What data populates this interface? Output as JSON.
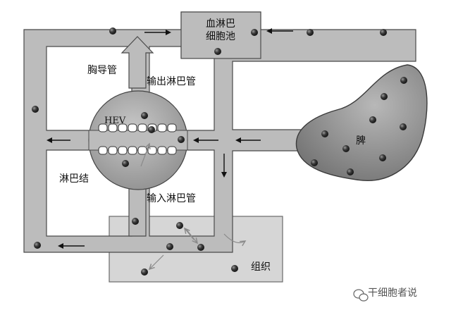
{
  "labels": {
    "cistern_line1": "血淋巴",
    "cistern_line2": "细胞池",
    "thoracic_duct": "胸导管",
    "efferent_lymphatic": "输出淋巴管",
    "hev": "HEV",
    "lymph_node": "淋巴结",
    "afferent_lymphatic": "输入淋巴管",
    "spleen": "脾",
    "tissue": "组织"
  },
  "watermark": {
    "text": "干细胞者说",
    "icon": "wechat-icon"
  },
  "colors": {
    "vessel_fill": "#bcbcbc",
    "vessel_stroke": "#4a4a4a",
    "node_fill": "#9e9e9e",
    "spleen_fill": "#8a8a8a",
    "tissue_fill": "#d6d6d6",
    "cell_fill": "#2b2b2b",
    "flow_arrow": "#111111",
    "migration_arrow": "#8a8a8a"
  }
}
